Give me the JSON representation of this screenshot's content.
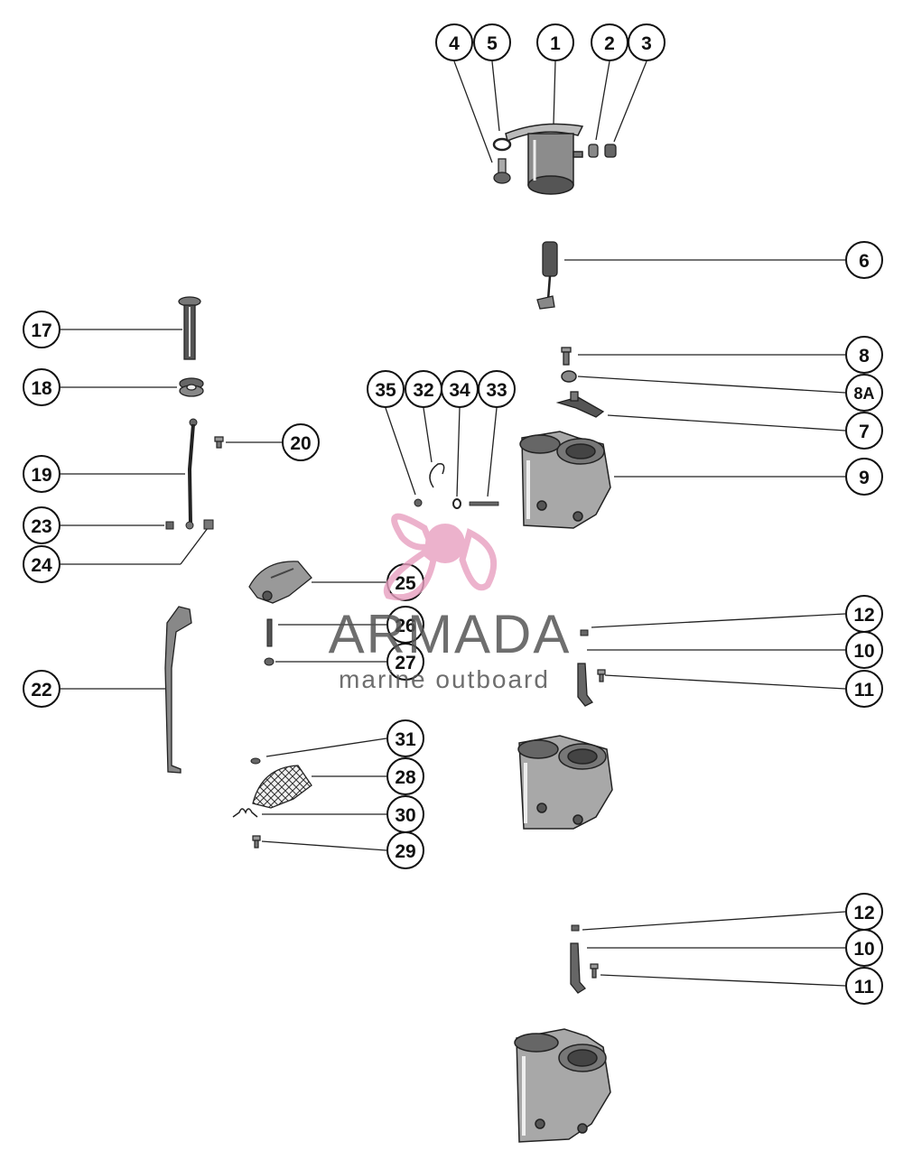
{
  "callouts": {
    "c1": "1",
    "c2": "2",
    "c3": "3",
    "c4": "4",
    "c5": "5",
    "c6": "6",
    "c7": "7",
    "c8": "8",
    "c8a": "8A",
    "c9": "9",
    "c10a": "10",
    "c11a": "11",
    "c12a": "12",
    "c10b": "10",
    "c11b": "11",
    "c12b": "12",
    "c17": "17",
    "c18": "18",
    "c19": "19",
    "c20": "20",
    "c22": "22",
    "c23": "23",
    "c24": "24",
    "c25": "25",
    "c26": "26",
    "c27": "27",
    "c28": "28",
    "c29": "29",
    "c30": "30",
    "c31": "31",
    "c32": "32",
    "c33": "33",
    "c34": "34",
    "c35": "35"
  },
  "watermark": {
    "title": "ARMADA",
    "subtitle": "marine outboard",
    "logo": "propeller-logo",
    "color": "#e8a0c0"
  }
}
